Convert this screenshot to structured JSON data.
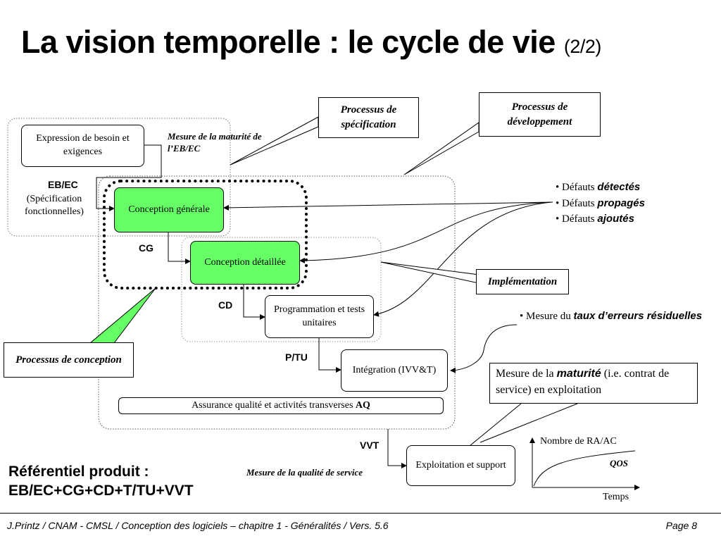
{
  "slide": {
    "title_main": "La vision temporelle : le cycle de vie",
    "title_part": "(2/2)"
  },
  "boxes": {
    "expression": "Expression de besoin et exigences",
    "conception_generale": "Conception générale",
    "conception_detaillee": "Conception détaillée",
    "programmation": "Programmation et tests unitaires",
    "integration": "Intégration (IVV&T)",
    "assurance_text": "Assurance qualité et activités transverses",
    "assurance_bold": "AQ",
    "exploitation": "Exploitation et support"
  },
  "callouts": {
    "processus_specification": "Processus de spécification",
    "processus_developpement": "Processus de développement",
    "implementation": "Implémentation",
    "processus_conception": "Processus de conception"
  },
  "labels": {
    "ebec": "EB/EC",
    "ebec_sub": "(Spécification fonctionnelles)",
    "cg": "CG",
    "cd": "CD",
    "ptu": "P/TU",
    "vvt": "VVT",
    "mesure_maturite_ebec": "Mesure de la maturité de l’EB/EC",
    "mesure_qualite_service": "Mesure de la qualité de service"
  },
  "defauts": [
    {
      "prefix": "• Défauts ",
      "em": "détectés"
    },
    {
      "prefix": "• Défauts ",
      "em": "propagés"
    },
    {
      "prefix": "• Défauts ",
      "em": "ajoutés"
    }
  ],
  "taux": {
    "prefix": "• Mesure du ",
    "em": "taux d’erreurs résiduelles"
  },
  "maturite_box": {
    "prefix": "Mesure de la ",
    "em": "maturité",
    "suffix": " (i.e. contrat de service) en exploitation"
  },
  "graph": {
    "y_label": "Nombre de RA/AC",
    "curve_label": "QOS",
    "x_label": "Temps"
  },
  "referentiel": {
    "line1": "Référentiel produit :",
    "line2": "EB/EC+CG+CD+T/TU+VVT"
  },
  "footer": {
    "text": "J.Printz / CNAM - CMSL / Conception des logiciels  – chapitre 1 - Généralités / Vers. 5.6",
    "page": "Page 8"
  }
}
